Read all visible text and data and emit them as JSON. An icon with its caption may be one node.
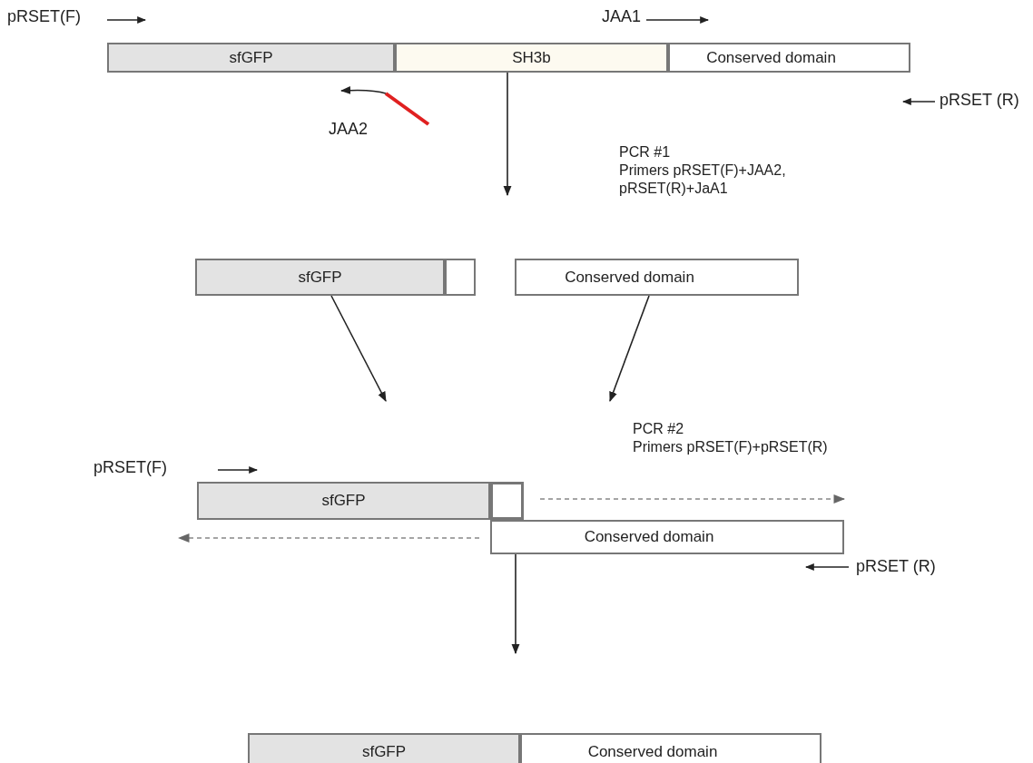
{
  "diagram": {
    "nodes": [
      {
        "text": [
          "sfGFP"
        ]
      },
      {
        "text": [
          "SH3b"
        ]
      },
      {
        "text": [
          "Conserved domain"
        ]
      },
      {
        "text": [
          "sfGFP"
        ]
      },
      {
        "text": [],
        "shape": "box"
      },
      {
        "text": [
          "Conserved domain"
        ]
      },
      {
        "text": [
          "sfGFP"
        ]
      },
      {
        "text": [],
        "shape": "box"
      },
      {
        "text": [
          "Conserved domain"
        ]
      },
      {
        "text": [
          "sfGFP"
        ]
      },
      {
        "text": [
          "Conserved domain"
        ]
      }
    ],
    "edges": [
      {
        "from": 1,
        "to": null,
        "arrow": "to"
      },
      {
        "from": 3,
        "to": null,
        "arrow": "to"
      },
      {
        "from": 5,
        "to": null,
        "arrow": "to"
      },
      {
        "from": 8,
        "to": null,
        "arrow": "to"
      }
    ],
    "labels": [
      "pRSET(F)",
      "JAA1",
      "pRSET (R)",
      "JAA2",
      "PCR #1",
      "Primers pRSET(F)+JAA2,",
      "pRSET(R)+JaA1",
      "PCR #2",
      "Primers pRSET(F)+pRSET(R)",
      "pRSET(F)",
      "pRSET (R)"
    ]
  }
}
